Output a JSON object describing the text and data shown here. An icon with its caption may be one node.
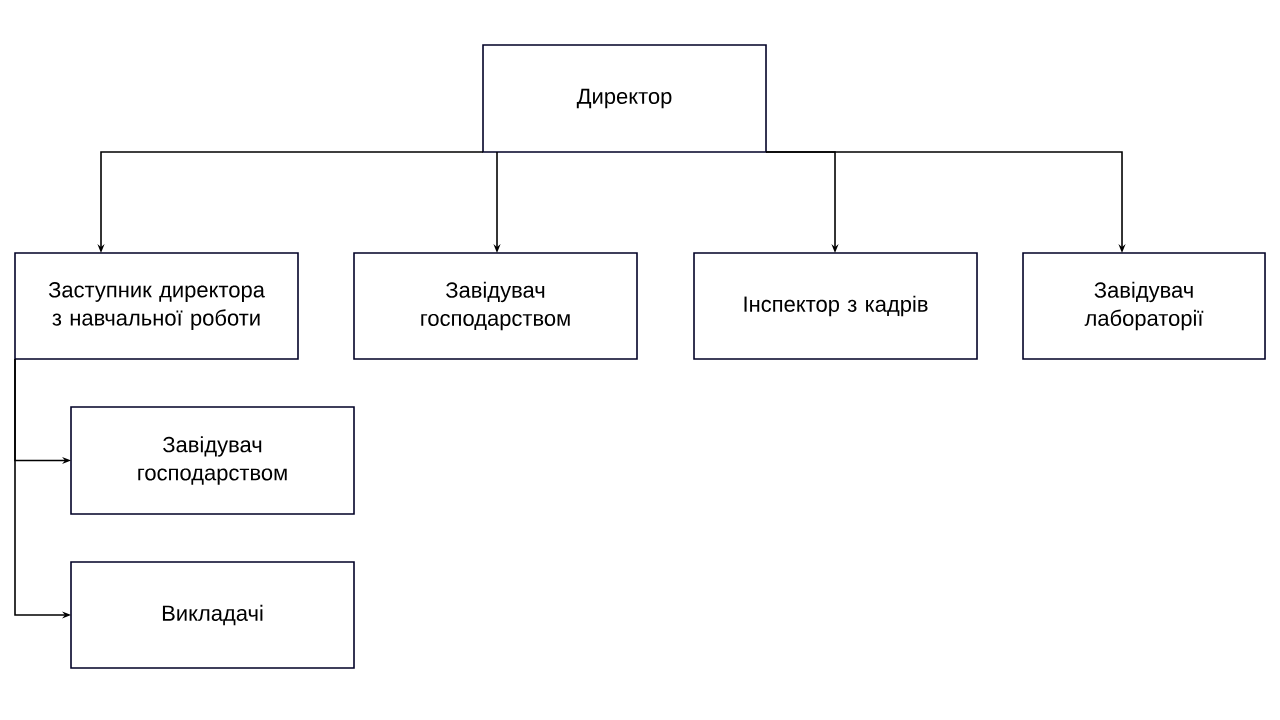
{
  "diagram": {
    "nodes": [
      {
        "text": [
          "Директор"
        ]
      },
      {
        "text": [
          "Заступник директора з навчальної роботи"
        ]
      },
      {
        "text": [
          "Завідувач господарством"
        ]
      },
      {
        "text": [
          "Інспектор з кадрів"
        ]
      },
      {
        "text": [
          "Завідувач лабораторії"
        ]
      },
      {
        "text": [
          "Завідувач господарством"
        ]
      },
      {
        "text": [
          "Викладачі"
        ]
      }
    ],
    "edges": [
      {
        "from": 0,
        "to": 1,
        "arrow": "to"
      },
      {
        "from": 0,
        "to": 2,
        "arrow": "to"
      },
      {
        "from": 0,
        "to": 3,
        "arrow": "to"
      },
      {
        "from": 0,
        "to": 4,
        "arrow": "to"
      },
      {
        "from": 1,
        "to": 5,
        "arrow": "to"
      },
      {
        "from": 1,
        "to": 6,
        "arrow": "to"
      }
    ]
  }
}
